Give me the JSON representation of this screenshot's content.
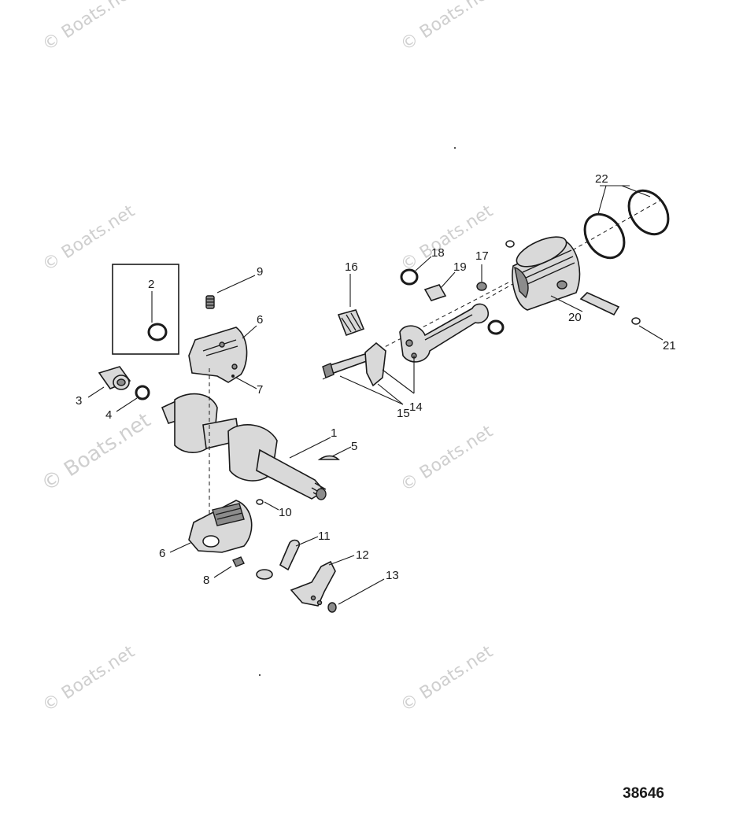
{
  "watermark_text": "© Boats.net",
  "reference_number": "38646",
  "callouts": {
    "c1": "1",
    "c2": "2",
    "c3": "3",
    "c4": "4",
    "c5": "5",
    "c6a": "6",
    "c6b": "6",
    "c7": "7",
    "c8": "8",
    "c9": "9",
    "c10": "10",
    "c11": "11",
    "c12": "12",
    "c13": "13",
    "c14": "14",
    "c15": "15",
    "c16": "16",
    "c17": "17",
    "c18": "18",
    "c19": "19",
    "c20": "20",
    "c21": "21",
    "c22": "22"
  }
}
